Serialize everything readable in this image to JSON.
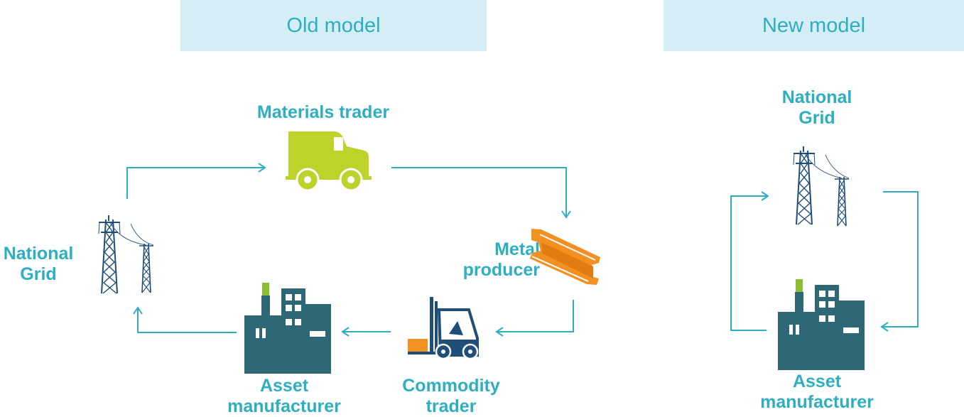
{
  "headers": {
    "old": "Old model",
    "new": "New model"
  },
  "old_model": {
    "national_grid": [
      "National",
      "Grid"
    ],
    "materials_trader": "Materials trader",
    "metal_producer": [
      "Metal",
      "producer"
    ],
    "commodity_trader": [
      "Commodity",
      "trader"
    ],
    "asset_manufacturer": [
      "Asset",
      "manufacturer"
    ]
  },
  "new_model": {
    "national_grid": [
      "National",
      "Grid"
    ],
    "asset_manufacturer": [
      "Asset",
      "manufacturer"
    ]
  },
  "colors": {
    "accent": "#2eafc1",
    "header_bg": "#d5edf4",
    "factory": "#2e6775",
    "chimney_top": "#8cbf2f",
    "van": "#bdd22b",
    "beam": "#f39022",
    "forklift": "#1f4e79",
    "pylon": "#1f4e79"
  },
  "icons": [
    "pylon-icon",
    "van-icon",
    "steel-beam-icon",
    "forklift-icon",
    "factory-icon"
  ]
}
